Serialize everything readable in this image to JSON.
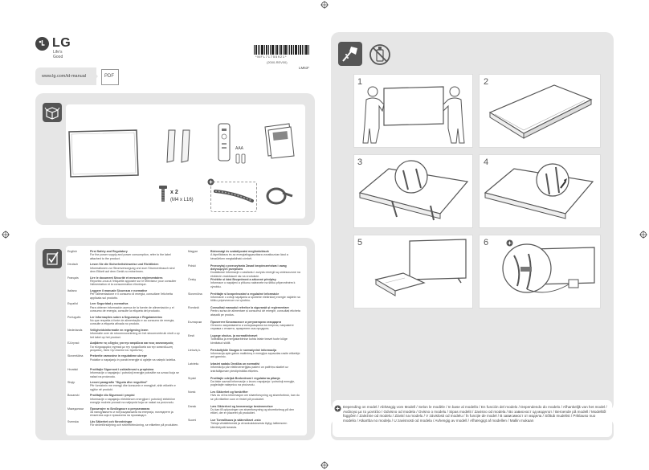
{
  "brand": {
    "name": "LG",
    "tagline": "Life's Good"
  },
  "url_label": "www.lg.com/id-manual",
  "pdf_label": "PDF",
  "barcode_text": "*MFL71755921*",
  "part_number": "(2000-REV00)",
  "model_label": "LM63*",
  "accessories": {
    "screw_count": "x 2",
    "screw_spec": "(M4 x L16)",
    "battery_label": "AAA"
  },
  "steps": [
    "1",
    "2",
    "3",
    "4",
    "5",
    "6"
  ],
  "languages_left": [
    {
      "lang": "English",
      "title": "First Safety and Regulatory",
      "text": "For the power supply and power consumption, refer to the label attached to the product."
    },
    {
      "lang": "Deutsch",
      "title": "Lesen Sie die Sicherheitshinweise und Richtlinien",
      "text": "Informationen zur Stromversorgung und zum Stromverbrauch sind dem Etikett auf dem Gerät zu entnehmen."
    },
    {
      "lang": "Français",
      "title": "Lire le document Sécurité et mesures réglementaires",
      "text": "Reportez-vous à l'étiquette apposée sur le téléviseur pour consulter l'alimentation et la consommation électrique."
    },
    {
      "lang": "Italiano",
      "title": "Leggere il manuale Sicurezza e normative",
      "text": "Per l'alimentazione e il consumo di energia, consultare l'etichetta applicata sul prodotto."
    },
    {
      "lang": "Español",
      "title": "Leer Seguridad y normativa",
      "text": "Para obtener información acerca de la fuente de alimentación y el consumo de energía, consulte la etiqueta del producto."
    },
    {
      "lang": "Português",
      "title": "Ler Informações sobre a Segurança e Regulamentos",
      "text": "No que respeita à fonte de alimentação e ao consumo de energia, consulte a etiqueta afixada no produto."
    },
    {
      "lang": "Nederlands",
      "title": "Veiligheidsinformatie en regelgeving lezen",
      "text": "Informatie over de stroomvoorziening en het stroomverbruik vindt u op het label op het product."
    },
    {
      "lang": "Ελληνικά",
      "title": "Διαβάστε τις οδηγίες για την ασφάλεια και τους κανονισμούς",
      "text": "Για πληροφορίες σχετικά με την τροφοδοσία και την κατανάλωση ρεύματος, δείτε την ετικέτα του προϊόντος."
    },
    {
      "lang": "Slovenščina",
      "title": "Preberite varnostne in regulativne ukrepe",
      "text": "Podatke o napajanju in porabi energije si oglejte na nalepki izdelka."
    },
    {
      "lang": "Hrvatski",
      "title": "Pročitajte Sigurnost i usklađenost s propisima",
      "text": "Informacije o napajanju i potrošnji energije potražite na oznaci koja se nalazi na proizvodu."
    },
    {
      "lang": "Shqip",
      "title": "Lexoni paragrafin \"Siguria dhe rregullimi\"",
      "text": "Për furnizimin me energji dhe konsumin e energjisë, shih etiketën e ngjitur në produkt."
    },
    {
      "lang": "Bosanski",
      "title": "Pročitajte dio Sigurnost i propisi",
      "text": "Informacije o napajanju električnom energijom i potrošnji električne energije možete pronaći na naljepnici koja se nalazi na proizvodu."
    },
    {
      "lang": "Македонски",
      "title": "Прочитајте го Безбедност и регулативата",
      "text": "За напојувањето и потрошувачката на енергија, погледнете ја етикетата која е прикачена на производот."
    },
    {
      "lang": "Svenska",
      "title": "Läs Säkerhet och förordningar",
      "text": "För strömförsörjning och strömförbrukning, se etiketten på produkten."
    }
  ],
  "languages_right": [
    {
      "lang": "Magyar",
      "title": "Biztonsági és szabályozási megfontolások",
      "text": "A tápellátásra és az energiafogyasztásra vonatkozóan lásd a készüléken megtalálható címkét."
    },
    {
      "lang": "Polski",
      "title": "Przeczytaj z przeczytania Zasad bezpieczeństwa i uwag dotyczących przepisów",
      "text": "Dodatkowe informacje o zasilaniu i zużyciu energii są umieszczone na etykiecie znajdującej się na produkcie."
    },
    {
      "lang": "Česky",
      "title": "Přečtěte si část Bezpečnost a zákonné předpisy",
      "text": "Informace o napájení a příkonu naleznete na štítku připevněném k výrobku."
    },
    {
      "lang": "Slovenčina",
      "title": "Prečítajte si bezpečnostné a regulačné informácie",
      "text": "Informácie o zdroji napájania a spotrebe elektrickej energie nájdete na štítku pripevnenom na výrobku."
    },
    {
      "lang": "Română",
      "title": "Consultați manualul referitor la siguranță și reglementare",
      "text": "Pentru sursa de alimentare și consumul de energie, consultați eticheta atașată pe produs."
    },
    {
      "lang": "Български",
      "title": "Прочетете Безопасност и регулаторни стандарти",
      "text": "Относно захранването и консумацията на енергия, направете справка с етикета, прикрепен към продукта."
    },
    {
      "lang": "Eesti",
      "title": "Lugege ohutus- ja normatiivteavet",
      "text": "Toiteallika ja energiatarbimise kohta leiate teavet toote külge kinnitatud sildilt."
    },
    {
      "lang": "Lietuvių k.",
      "title": "Perskaitykite Saugos ir normatyvinė informacija",
      "text": "Informacija apie galios maitinimą ir energijos sąnaudas rasite etiketėje ant gaminio."
    },
    {
      "lang": "Latviešu",
      "title": "Izlasiet sadaļu Drošība un normatīvi",
      "text": "Informāciju par elektroenerģijas padevi un patēriņu skatiet uz izstrādājumam piestiprinātās etiķetes."
    },
    {
      "lang": "Srpski",
      "title": "Pročitajte odeljak Bezbednost i regulatorna pitanja",
      "text": "Da biste saznali informacije o izvoru napajanja i potrošnji energije, pogledajte nalepnicu na proizvodu."
    },
    {
      "lang": "Norsk",
      "title": "Les Sikkerhet og forskrifter",
      "text": "Hvis du vil ha informasjon om strømforsyning og strømforbruk, kan du se på etiketten som er festet på produktet."
    },
    {
      "lang": "Dansk",
      "title": "Læs Sikkerhed og lovmæssige bestemmelser",
      "text": "Du kan få oplysninger om strømforsyning og strømforbrug på den etiket, der er placeret på produktet."
    },
    {
      "lang": "Suomi",
      "title": "Lue Turvallisuus ja säännökset -osio",
      "text": "Tietoja virtalähteestä ja virrankulutuksesta löytyy laitteeseen kiinnitetystä tarrasta."
    }
  ],
  "disclaimer": "Depending on model / Abhängig vom Modell / Selon le modèle / In base al modello / En función del modelo / Dependendo do modelo / Afhankelijk van het model / Ανάλογα με το μοντέλο / Odvisno od modela / Ovisno o modelu / Sipas modelit / Zavisno od modela / Во зависност од моделот / Beroende på modell / Modelltől függően / Zależnie od modelu / Závisí na modelu / V závislosti od modelu / În funcție de model / В зависимост от модела / Sõltub mudelist / Priklauso nuo modelio / Atkarība no modeļa / U zavisnosti od modela / Avhengig av modell / Afhængigt af modellen / Mallin mukaan"
}
